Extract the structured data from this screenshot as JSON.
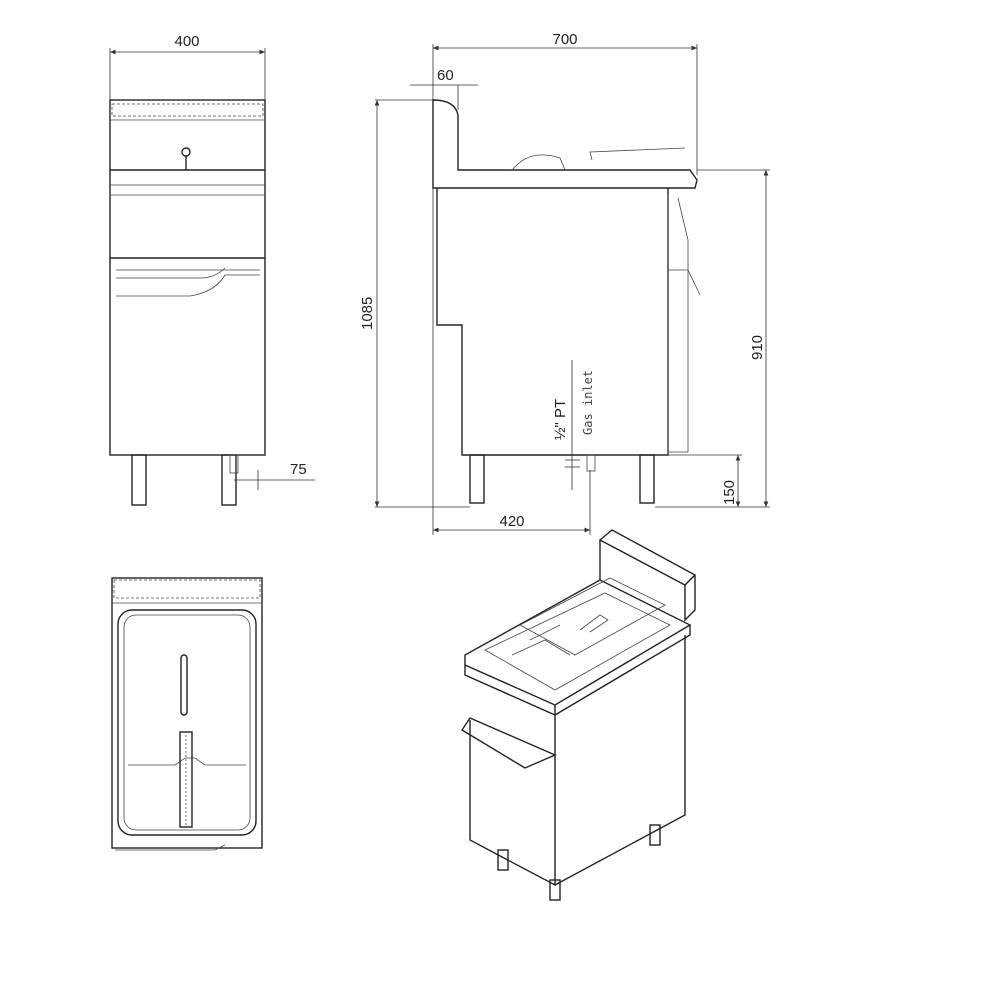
{
  "dimensions": {
    "front_width": "400",
    "side_depth": "700",
    "backsplash": "60",
    "total_height": "1085",
    "worktop_height": "910",
    "inlet_offset_front": "75",
    "inlet_height": "150",
    "inlet_depth": "420"
  },
  "gas_inlet": {
    "size": "½\" PT",
    "label": "Gas inlet"
  },
  "colors": {
    "line": "#222222",
    "background": "#ffffff"
  }
}
